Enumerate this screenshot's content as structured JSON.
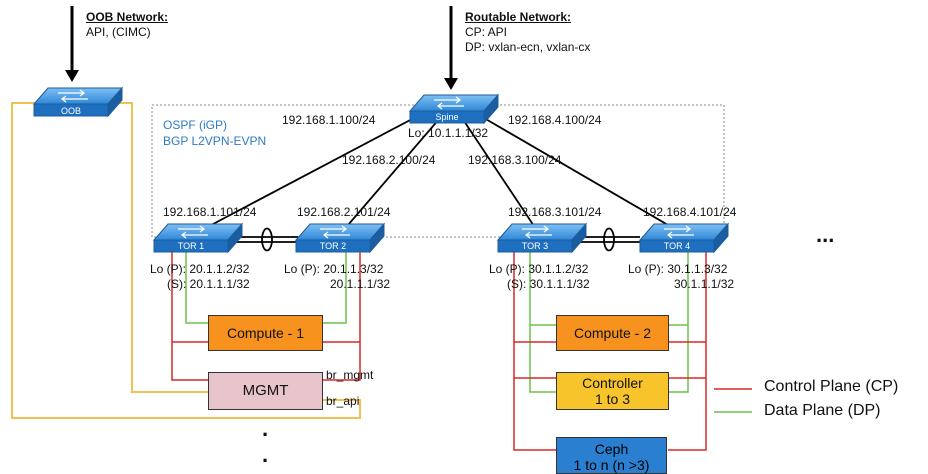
{
  "oob_network": {
    "title": "OOB Network:",
    "desc": "API, (CIMC)"
  },
  "routable_network": {
    "title": "Routable Network:",
    "cp": "CP: API",
    "dp": "DP: vxlan-ecn, vxlan-cx"
  },
  "protocols": {
    "igp": "OSPF (iGP)",
    "bgp": "BGP L2VPN-EVPN"
  },
  "switches": {
    "oob": "OOB",
    "spine": "Spine",
    "tor1": "TOR 1",
    "tor2": "TOR 2",
    "tor3": "TOR 3",
    "tor4": "TOR 4"
  },
  "spine_loopback": "Lo: 10.1.1.1/32",
  "uplinks": {
    "link1": "192.168.1.100/24",
    "link2": "192.168.2.100/24",
    "link3": "192.168.3.100/24",
    "link4": "192.168.4.100/24"
  },
  "tor_ips": {
    "tor1": "192.168.1.101/24",
    "tor2": "192.168.2.101/24",
    "tor3": "192.168.3.101/24",
    "tor4": "192.168.4.101/24"
  },
  "tor_loopbacks": {
    "tor1_p": "Lo (P): 20.1.1.2/32",
    "tor1_s": "(S): 20.1.1.1/32",
    "tor2_p": "Lo (P): 20.1.1.3/32",
    "tor2_s": "20.1.1.1/32",
    "tor3_p": "Lo (P): 30.1.1.2/32",
    "tor3_s": "(S): 30.1.1.1/32",
    "tor4_p": "Lo (P): 30.1.1.3/32",
    "tor4_s": "30.1.1.1/32"
  },
  "nodes": {
    "compute1": "Compute - 1",
    "mgmt": "MGMT",
    "compute2": "Compute - 2",
    "controller_line1": "Controller",
    "controller_line2": "1 to 3",
    "ceph_line1": "Ceph",
    "ceph_line2": "1 to n (n >3)"
  },
  "bridges": {
    "mgmt": "br_mgmt",
    "api": "br_api"
  },
  "ellipsis": {
    "right": "...",
    "bottom1": ".",
    "bottom2": "."
  },
  "legend": {
    "cp": "Control Plane (CP)",
    "dp": "Data Plane (DP)",
    "cp_color": "#d62828",
    "dp_color": "#6cc04a"
  },
  "colors": {
    "oob_link": "#f2c14e",
    "uplink": "#000000",
    "switch": "#3a8fdc"
  }
}
